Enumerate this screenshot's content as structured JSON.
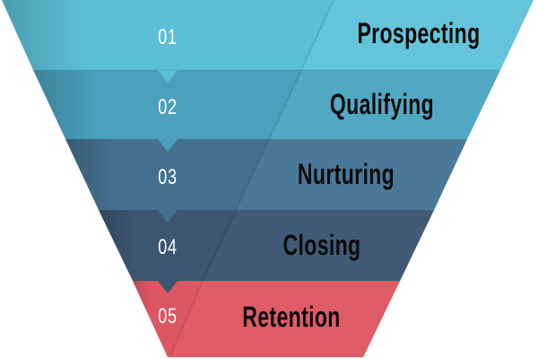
{
  "diagram": {
    "type": "funnel",
    "stages": [
      {
        "number": "01",
        "label": "Prospecting",
        "color": "#5bbfd6",
        "dark": "#47a5bd"
      },
      {
        "number": "02",
        "label": "Qualifying",
        "color": "#4aa0bc",
        "dark": "#3c89a5"
      },
      {
        "number": "03",
        "label": "Nurturing",
        "color": "#44708f",
        "dark": "#3a6282"
      },
      {
        "number": "04",
        "label": "Closing",
        "color": "#3c5570",
        "dark": "#324a63"
      },
      {
        "number": "05",
        "label": "Retention",
        "color": "#dd5762",
        "dark": "#c94a56"
      }
    ]
  }
}
